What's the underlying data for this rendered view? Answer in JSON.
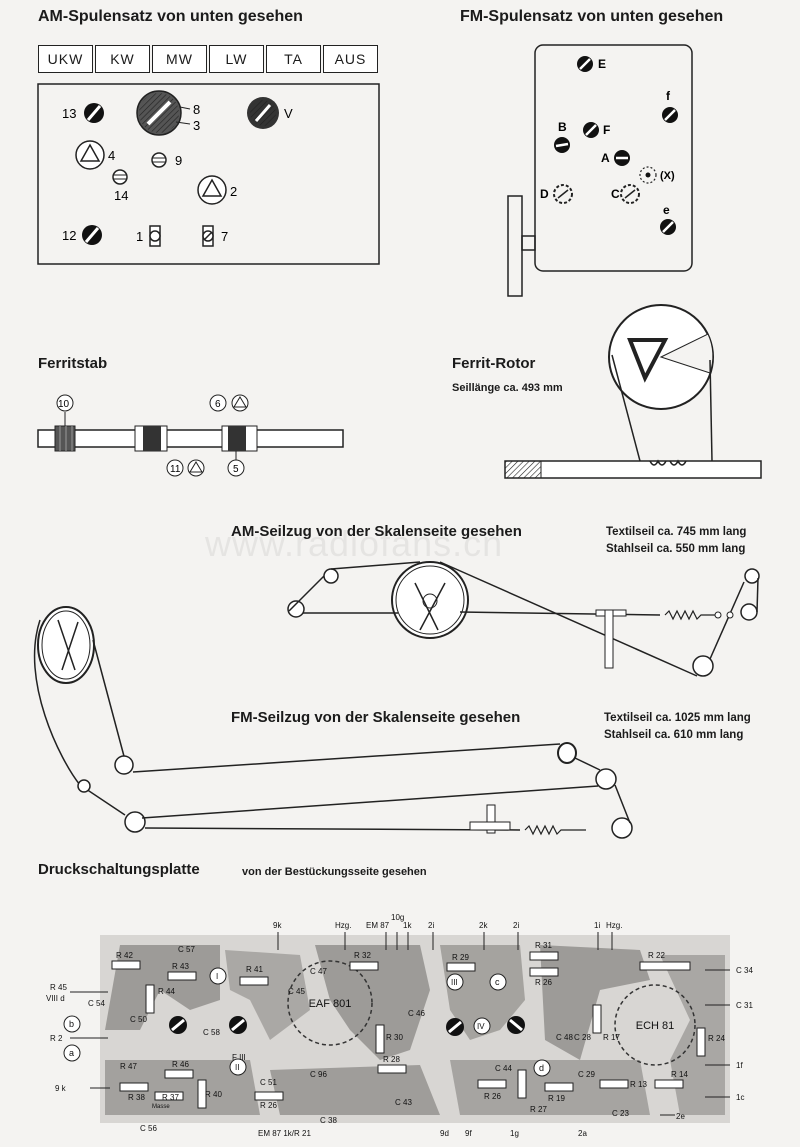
{
  "am_coil": {
    "title": "AM-Spulensatz von unten gesehen",
    "buttons": [
      "UKW",
      "KW",
      "MW",
      "LW",
      "TA",
      "AUS"
    ],
    "labels": [
      "13",
      "8",
      "3",
      "V",
      "4",
      "9",
      "14",
      "2",
      "12",
      "1",
      "7"
    ]
  },
  "fm_coil": {
    "title": "FM-Spulensatz von unten gesehen",
    "labels": [
      "E",
      "f",
      "B",
      "F",
      "A",
      "(X)",
      "D",
      "C",
      "e"
    ]
  },
  "ferritstab": {
    "title": "Ferritstab",
    "labels": [
      "10",
      "6",
      "11",
      "5"
    ]
  },
  "ferrit_rotor": {
    "title": "Ferrit-Rotor",
    "note": "Seillänge ca. 493 mm"
  },
  "am_seilzug": {
    "title": "AM-Seilzug von der Skalenseite gesehen",
    "textil": "Textilseil ca.  745 mm lang",
    "stahl": "Stahlseil ca.  550 mm lang"
  },
  "fm_seilzug": {
    "title": "FM-Seilzug von der Skalenseite gesehen",
    "textil": "Textilseil ca. 1025 mm lang",
    "stahl": "Stahlseil ca.  610 mm lang"
  },
  "pcb": {
    "title": "Druckschaltungsplatte",
    "subtitle": "von der Bestückungsseite gesehen",
    "tube1": "EAF 801",
    "tube2": "ECH 81",
    "top_labels": [
      "9k",
      "Hzg.",
      "EM 87",
      "10g",
      "1k",
      "2i",
      "2k",
      "2i",
      "1i",
      "Hzg."
    ],
    "left_labels": [
      "R 45",
      "VIII d",
      "R 2",
      "9 k"
    ],
    "bottom_labels": [
      "EM 87  1k/R 21",
      "9d",
      "9f",
      "1g",
      "2a",
      "2e"
    ],
    "right_labels": [
      "C 34",
      "C 31",
      "1f",
      "1c"
    ],
    "circle_labels": [
      "b",
      "a",
      "c",
      "d"
    ],
    "roman": [
      "I",
      "II",
      "III",
      "IV"
    ],
    "parts": [
      "R 42",
      "C 57",
      "R 43",
      "R 44",
      "C 54",
      "C 50",
      "C 58",
      "R 41",
      "C 45",
      "C 47",
      "R 32",
      "R 29",
      "R 31",
      "R 26",
      "R 22",
      "C 46",
      "R 30",
      "R 28",
      "C 48",
      "C 28",
      "R 17",
      "R 24",
      "C 96",
      "C 44",
      "R 26",
      "R 19",
      "C 29",
      "R 13",
      "R 14",
      "R 47",
      "R 46",
      "R 38",
      "R 37",
      "R 40",
      "C 51",
      "R 26",
      "C 38",
      "C 43",
      "R 27",
      "C 23",
      "C 56",
      "F III",
      "Masse"
    ]
  },
  "watermark": "www.radiofans.cn"
}
